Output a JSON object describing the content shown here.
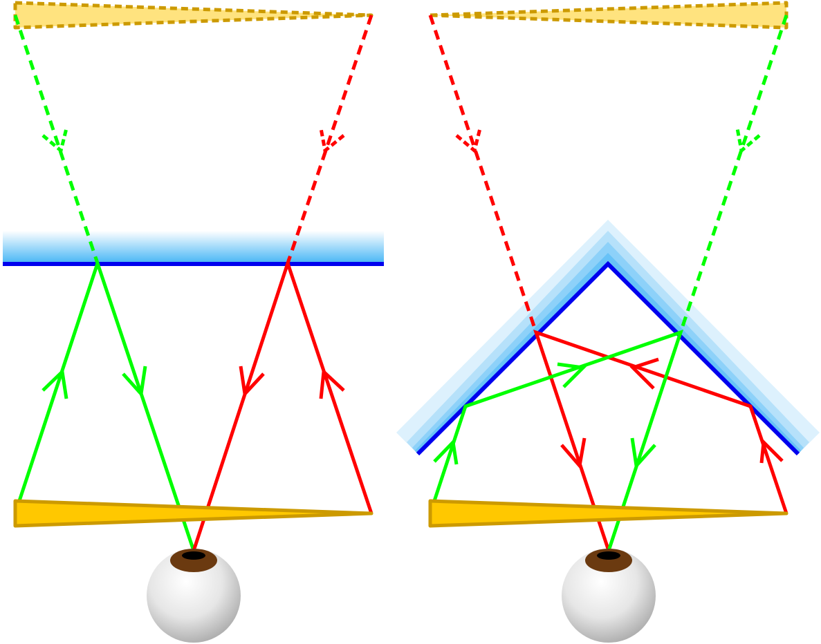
{
  "diagram": {
    "description_text": "",
    "colors": {
      "ray_a": "#00ff00",
      "ray_b": "#ff0000",
      "mirror_line": "#0000ee",
      "mirror_glow": "#42b4f5",
      "object_fill": "#ffc800",
      "object_edge": "#cc9a00",
      "image_fill": "#ffe37f",
      "iris": "#6b3a10",
      "pupil": "#000000",
      "eyeball_light": "#ffffff",
      "eyeball_dark": "#b8b8b8"
    },
    "panels": [
      {
        "name": "single-plane-mirror",
        "mirror_type": "plane"
      },
      {
        "name": "corner-mirror",
        "mirror_type": "two-mirrors-at-angle"
      }
    ],
    "icons": [
      "eye-icon",
      "eye-icon"
    ]
  }
}
